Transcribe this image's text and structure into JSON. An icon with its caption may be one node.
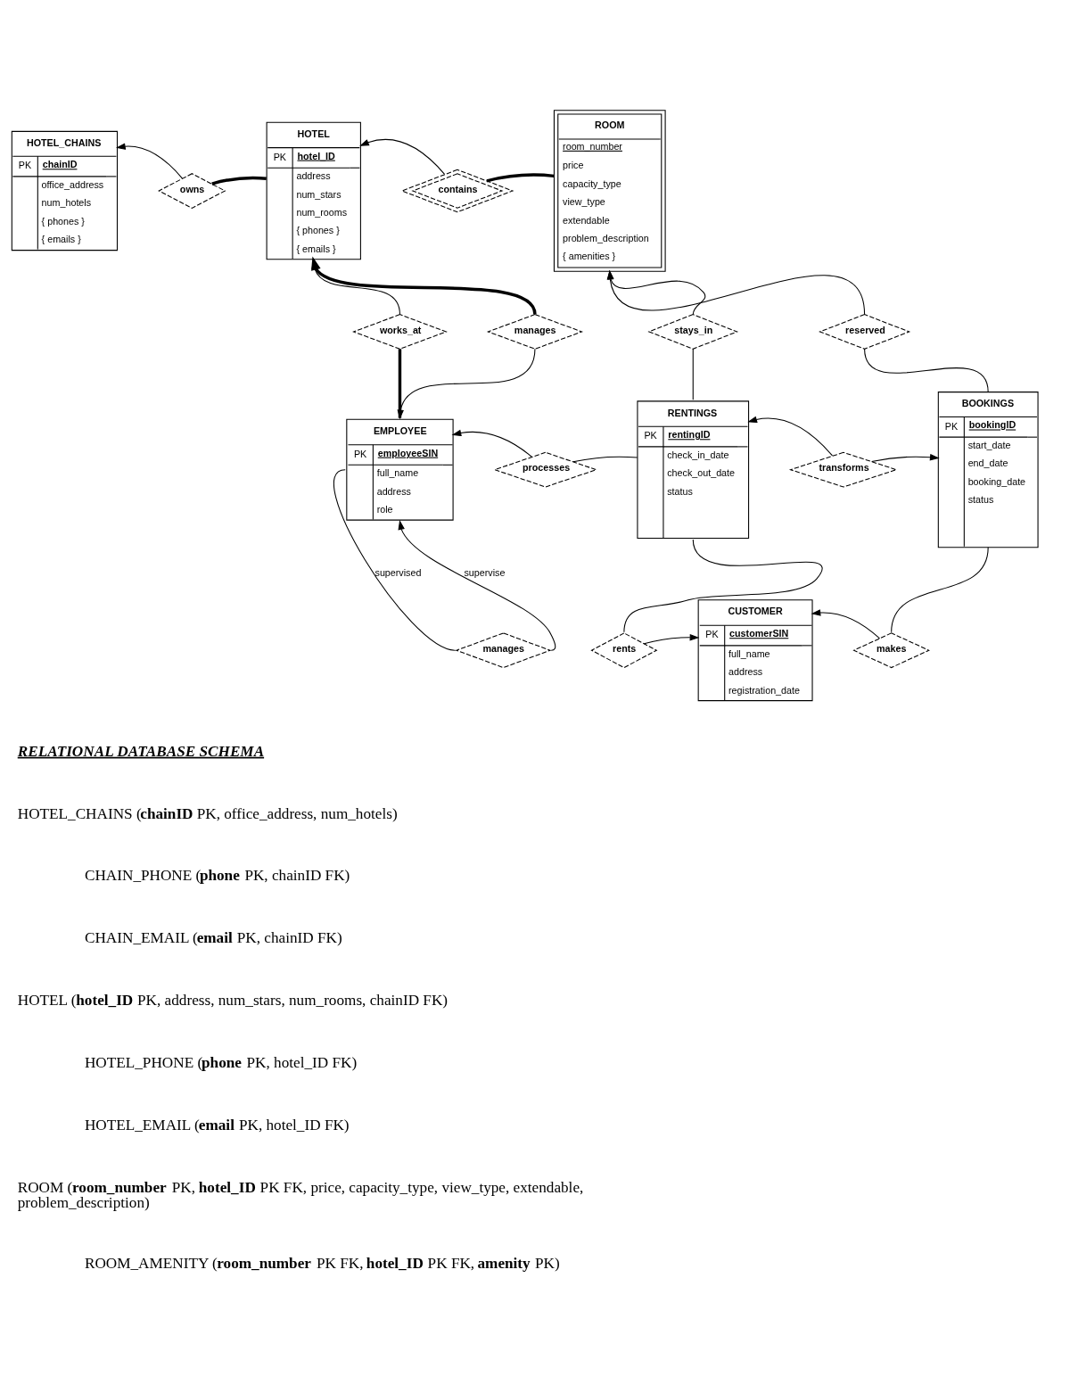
{
  "diagram": {
    "nodes": [
      {
        "text": [
          "HOTEL_CHAINS",
          "PK",
          "chainID",
          "office_address",
          "num_hotels",
          "{ phones }",
          "{ emails }"
        ]
      },
      {
        "text": [
          "HOTEL",
          "PK",
          "hotel_ID",
          "address",
          "num_stars",
          "num_rooms",
          "{ phones }",
          "{ emails }"
        ]
      },
      {
        "text": [
          "ROOM",
          "room_number",
          "price",
          "capacity_type",
          "view_type",
          "extendable",
          "problem_description",
          "{ amenities }"
        ]
      },
      {
        "text": [
          "owns"
        ]
      },
      {
        "text": [
          "contains"
        ]
      },
      {
        "text": [
          "works_at"
        ]
      },
      {
        "text": [
          "reserved"
        ]
      },
      {
        "text": [
          "stays_in"
        ]
      },
      {
        "text": [
          "manages"
        ]
      },
      {
        "text": [
          "EMPLOYEE",
          "PK",
          "employeeSIN",
          "full_name",
          "address",
          "role"
        ]
      },
      {
        "text": [
          "RENTINGS",
          "PK",
          "rentingID",
          "check_in_date",
          "check_out_date",
          "status"
        ]
      },
      {
        "text": [
          "BOOKINGS",
          "PK",
          "bookingID",
          "start_date",
          "end_date",
          "booking_date",
          "status"
        ]
      },
      {
        "text": [
          "processes"
        ]
      },
      {
        "text": [
          "transforms"
        ]
      },
      {
        "text": [
          "manages"
        ]
      },
      {
        "text": [
          "rents"
        ]
      },
      {
        "text": [
          "CUSTOMER",
          "PK",
          "customerSIN",
          "full_name",
          "address",
          "registration_date"
        ]
      },
      {
        "text": [
          "makes"
        ]
      }
    ],
    "edges": [
      {
        "from": 3,
        "to": 0,
        "arrow": "to"
      },
      {
        "from": 3,
        "to": 1,
        "arrow": "none",
        "style": "thick"
      },
      {
        "from": 4,
        "to": 1,
        "arrow": "to"
      },
      {
        "from": 4,
        "to": 2,
        "arrow": "none",
        "style": "thick"
      },
      {
        "from": 5,
        "to": 9,
        "arrow": "none",
        "style": "thick"
      },
      {
        "from": 5,
        "to": 1,
        "arrow": "to"
      },
      {
        "from": 7,
        "to": 2,
        "arrow": "to"
      },
      {
        "from": 7,
        "to": 10,
        "arrow": "none"
      },
      {
        "from": 6,
        "to": 2,
        "arrow": "to"
      },
      {
        "from": 6,
        "to": 11,
        "arrow": "none"
      },
      {
        "from": 8,
        "to": 9,
        "arrow": "to"
      },
      {
        "from": 8,
        "to": 1,
        "arrow": "to",
        "style": "thick"
      },
      {
        "from": 12,
        "to": 9,
        "arrow": "to"
      },
      {
        "from": 12,
        "to": 10,
        "arrow": "none"
      },
      {
        "from": 13,
        "to": 10,
        "arrow": "to"
      },
      {
        "from": 13,
        "to": 11,
        "arrow": "to"
      },
      {
        "from": 14,
        "to": 9,
        "arrow": "none",
        "label": "supervised"
      },
      {
        "from": 14,
        "to": 9,
        "arrow": "to",
        "label": "supervise"
      },
      {
        "from": 15,
        "to": 10,
        "arrow": "none"
      },
      {
        "from": 15,
        "to": 16,
        "arrow": "to"
      },
      {
        "from": 17,
        "to": 11,
        "arrow": "none"
      },
      {
        "from": 17,
        "to": 16,
        "arrow": "to"
      }
    ],
    "labels": [
      "RELATIONAL DATABASE SCHEMA",
      "HOTEL_CHAINS (**chainID** PK, office_address, num_hotels)",
      "CHAIN_PHONE (**phone** PK, chainID FK)",
      "CHAIN_EMAIL (**email** PK, chainID FK)",
      "HOTEL (**hotel_ID** PK, address, num_stars, num_rooms, chainID FK)",
      "HOTEL_PHONE (**phone** PK, hotel_ID FK)",
      "HOTEL_EMAIL (**email** PK, hotel_ID FK)",
      "ROOM (**room_number** PK, **hotel_ID** PK FK, price, capacity_type, view_type, extendable, problem_description)",
      "ROOM_AMENITY (**room_number** PK FK, **hotel_ID** PK FK, **amenity** PK)"
    ]
  }
}
